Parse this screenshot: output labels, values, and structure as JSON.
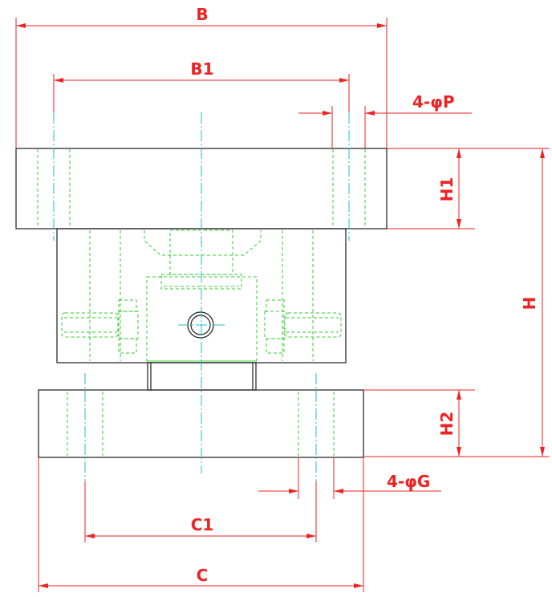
{
  "drawing": {
    "colors": {
      "outline": "#1a1a1a",
      "hidden": "#33cc33",
      "center": "#22bbcc",
      "dimension": "#ee2222"
    },
    "labels": {
      "B": "B",
      "B1": "B1",
      "P": "4-φP",
      "H1": "H1",
      "H": "H",
      "H2": "H2",
      "G": "4-φG",
      "C1": "C1",
      "C": "C"
    }
  }
}
